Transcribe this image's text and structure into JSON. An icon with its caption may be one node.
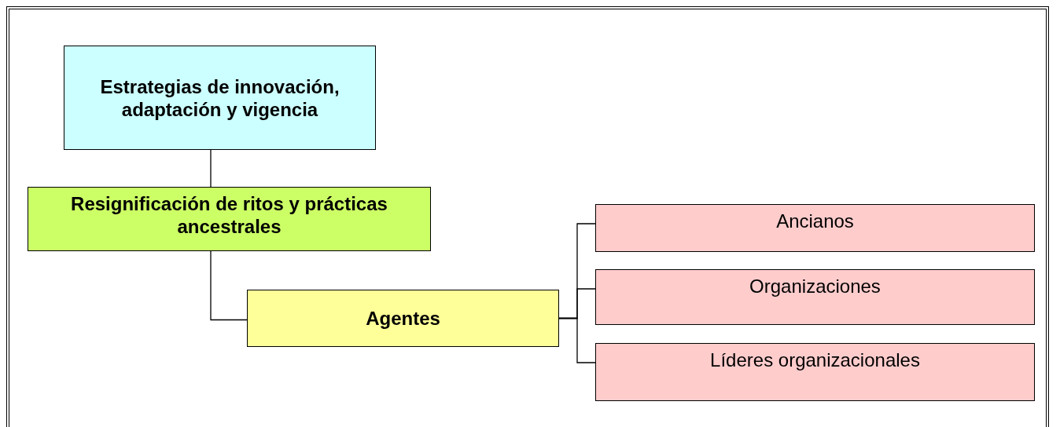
{
  "diagram": {
    "nodes": [
      {
        "text": [
          "Estrategias de innovación, adaptación y vigencia"
        ]
      },
      {
        "text": [
          "Resignificación de ritos y prácticas ancestrales"
        ]
      },
      {
        "text": [
          "Agentes"
        ]
      },
      {
        "text": [
          "Ancianos"
        ]
      },
      {
        "text": [
          "Organizaciones"
        ]
      },
      {
        "text": [
          "Líderes organizacionales"
        ]
      }
    ],
    "edges": [
      {
        "from": 0,
        "to": 1,
        "arrow": "none"
      },
      {
        "from": 1,
        "to": 2,
        "arrow": "none"
      },
      {
        "from": 2,
        "to": 3,
        "arrow": "none"
      },
      {
        "from": 2,
        "to": 4,
        "arrow": "none"
      },
      {
        "from": 2,
        "to": 5,
        "arrow": "none"
      }
    ]
  }
}
